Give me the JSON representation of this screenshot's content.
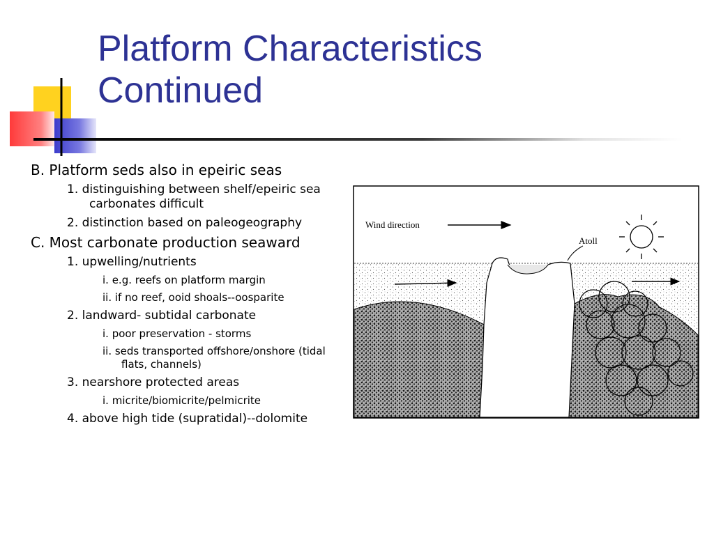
{
  "title": {
    "line1": "Platform Characteristics",
    "line2": "Continued"
  },
  "bullets": [
    {
      "level": 1,
      "text": "B. Platform seds also in epeiric seas"
    },
    {
      "level": 2,
      "text": "1. distinguishing between shelf/epeiric sea carbonates difficult"
    },
    {
      "level": 2,
      "text": "2. distinction based on paleogeography"
    },
    {
      "level": 1,
      "text": "C. Most carbonate production seaward"
    },
    {
      "level": 2,
      "text": "1. upwelling/nutrients"
    },
    {
      "level": 3,
      "text": "i. e.g. reefs on platform margin"
    },
    {
      "level": 3,
      "text": "ii. if no reef, ooid shoals--oosparite"
    },
    {
      "level": 2,
      "text": "2. landward- subtidal carbonate"
    },
    {
      "level": 3,
      "text": "i. poor preservation - storms"
    },
    {
      "level": 3,
      "text": "ii. seds transported offshore/onshore (tidal flats, channels)"
    },
    {
      "level": 2,
      "text": "3. nearshore protected areas"
    },
    {
      "level": 3,
      "text": "i. micrite/biomicrite/pelmicrite"
    },
    {
      "level": 2,
      "text": "4. above high tide (supratidal)--dolomite"
    }
  ],
  "figure": {
    "wind_label": "Wind direction",
    "atoll_label": "Atoll"
  },
  "colors": {
    "title": "#2d3294",
    "deco_yellow": "#ffd21f",
    "deco_blue": "#3c3ccc",
    "deco_red": "#ff3a3a"
  }
}
